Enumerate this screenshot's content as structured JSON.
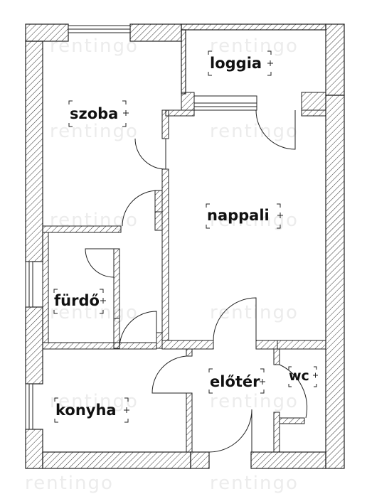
{
  "watermark": "rentingo",
  "rooms": [
    {
      "id": "szoba",
      "label": "szoba"
    },
    {
      "id": "loggia",
      "label": "loggia"
    },
    {
      "id": "nappali",
      "label": "nappali"
    },
    {
      "id": "furdo",
      "label": "fürdő"
    },
    {
      "id": "konyha",
      "label": "konyha"
    },
    {
      "id": "eloter",
      "label": "előtér"
    },
    {
      "id": "wc",
      "label": "wc"
    }
  ],
  "colors": {
    "wall_hatch": "#333333",
    "line": "#222222",
    "watermark": "#ececec",
    "background": "#ffffff"
  }
}
